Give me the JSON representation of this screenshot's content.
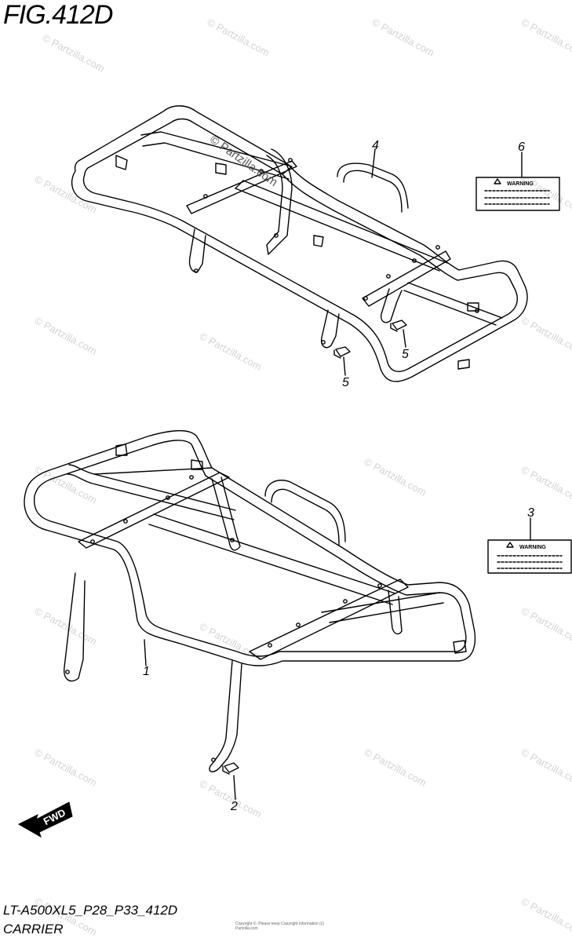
{
  "figure": {
    "title": "FIG.412D",
    "code": "LT-A500XL5_P28_P33_412D",
    "name": "CARRIER",
    "copyright": "Copyright ©. Please keep Copyright information (c) Partzilla.com"
  },
  "watermarks": {
    "text": "© Partzilla.com",
    "center_text": "© Partzilla.com"
  },
  "callouts": [
    {
      "label": "1"
    },
    {
      "label": "2"
    },
    {
      "label": "3"
    },
    {
      "label": "4"
    },
    {
      "label": "5"
    },
    {
      "label": "5"
    },
    {
      "label": "6"
    }
  ],
  "labels": {
    "warning_text": "WARNING",
    "fwd_text": "FWD"
  }
}
